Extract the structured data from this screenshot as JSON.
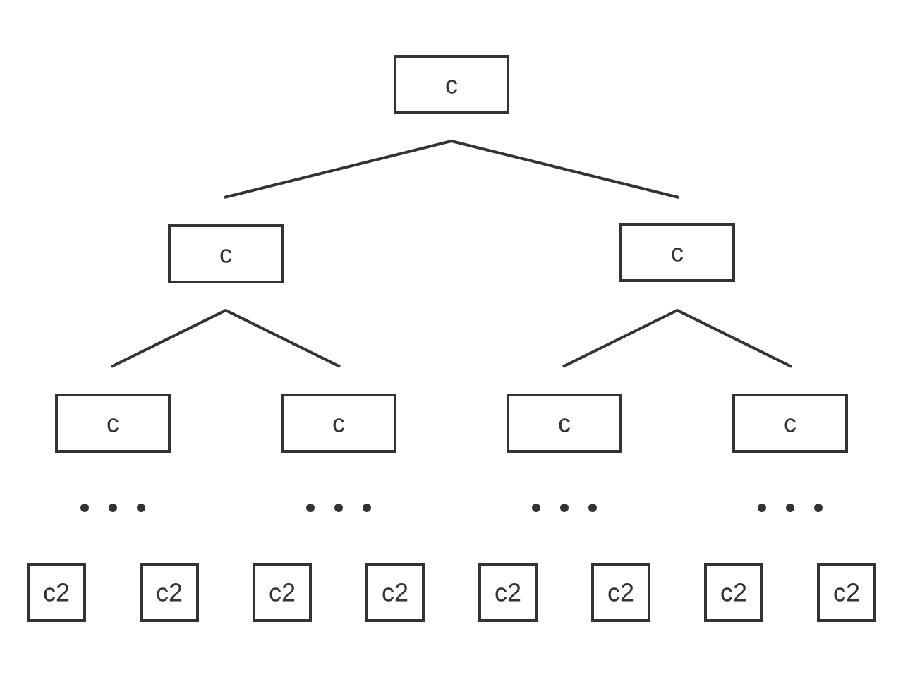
{
  "diagram": {
    "colors": {
      "stroke": "#333333",
      "background": "#ffffff"
    },
    "root": {
      "label": "c"
    },
    "level1": [
      {
        "label": "c"
      },
      {
        "label": "c"
      }
    ],
    "level2": [
      {
        "label": "c"
      },
      {
        "label": "c"
      },
      {
        "label": "c"
      },
      {
        "label": "c"
      }
    ],
    "ellipsis_count": 4,
    "leaves": [
      {
        "label": "c2"
      },
      {
        "label": "c2"
      },
      {
        "label": "c2"
      },
      {
        "label": "c2"
      },
      {
        "label": "c2"
      },
      {
        "label": "c2"
      },
      {
        "label": "c2"
      },
      {
        "label": "c2"
      }
    ]
  }
}
